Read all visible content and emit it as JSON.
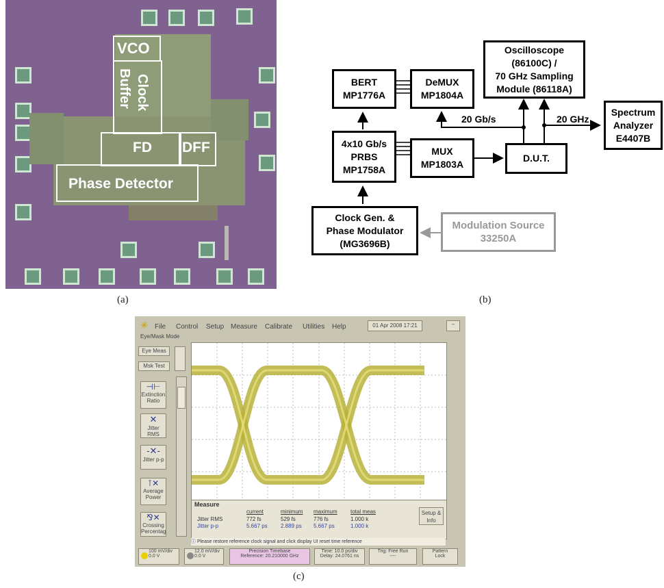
{
  "panel_a": {
    "caption": "(a)",
    "labels": {
      "vco": "VCO",
      "clock": "Clock",
      "buffer": "Buffer",
      "fd": "FD",
      "dff": "DFF",
      "phase_detector": "Phase Detector"
    }
  },
  "panel_b": {
    "caption": "(b)",
    "blocks": {
      "bert": "BERT\nMP1776A",
      "demux": "DeMUX\nMP1804A",
      "oscilloscope": "Oscilloscope\n(86100C) /\n70 GHz Sampling\nModule (86118A)",
      "spectrum": "Spectrum\nAnalyzer\nE4407B",
      "prbs": "4x10 Gb/s\nPRBS\nMP1758A",
      "mux": "MUX\nMP1803A",
      "dut": "D.U.T.",
      "clockgen": "Clock Gen. &\nPhase Modulator\n(MG3696B)",
      "modsource": "Modulation Source\n33250A"
    },
    "edge_labels": {
      "rate": "20 Gb/s",
      "freq": "20 GHz"
    },
    "colors": {
      "line": "#000000",
      "modulation_source": "#999999"
    }
  },
  "panel_c": {
    "caption": "(c)",
    "menu": [
      "File",
      "Control",
      "Setup",
      "Measure",
      "Calibrate",
      "Utilities",
      "Help"
    ],
    "datetime": "01 Apr 2008 17:21",
    "mode": "Eye/Mask Mode",
    "side_buttons": [
      "Eye Meas",
      "Msk Test"
    ],
    "side_icons": [
      "Extinction Ratio",
      "Jitter RMS",
      "Jitter p-p",
      "Average Power",
      "Crossing Percentage"
    ],
    "measure_label": "Measure",
    "table_headers": [
      "current",
      "minimum",
      "maximum",
      "total meas"
    ],
    "rows": [
      {
        "label": "Jitter RMS",
        "values": [
          "772 fs",
          "529 fs",
          "776 fs",
          "1.000 k"
        ],
        "color": "#333333"
      },
      {
        "label": "Jitter p-p",
        "values": [
          "5.667 ps",
          "2.889 ps",
          "5.667 ps",
          "1.000 k"
        ],
        "color": "#3344aa"
      }
    ],
    "setup_info": "Setup & Info",
    "status_message": "Please restore reference clock signal and click display UI reset time reference",
    "bottom": {
      "ch1": "100 mV/div\n0.0 V",
      "ch2": "12.0 mV/div\n0.0 V",
      "precision": "Precision Timebase\nReference: 20.210000 GHz",
      "time": "Time: 10.0 ps/div\nDelay: 24.0761 ns",
      "trigger": "Trig: Free Run\n----",
      "pattern": "Pattern\nLock"
    },
    "colors": {
      "trace": "#b8b13a",
      "screen": "#ffffff",
      "bezel": "#c9c5b3"
    }
  }
}
